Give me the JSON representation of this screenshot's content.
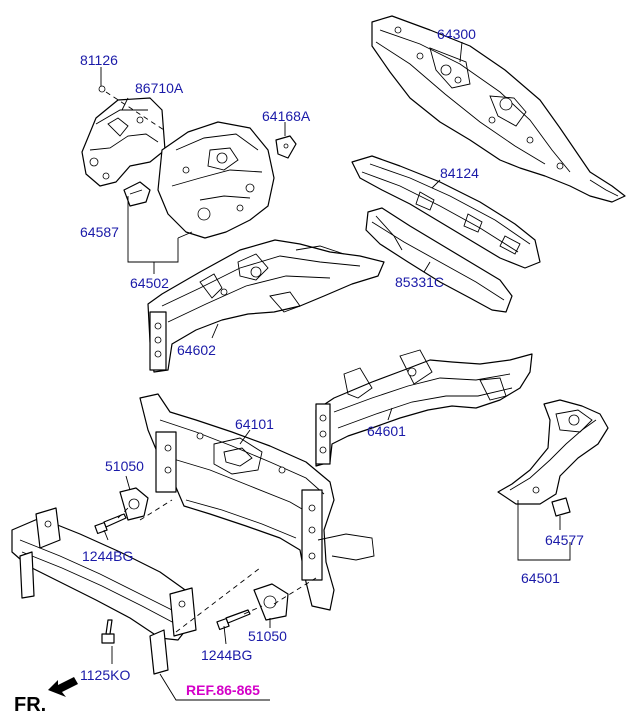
{
  "labels": {
    "p81126": "81126",
    "p86710a": "86710A",
    "p64168a": "64168A",
    "p64300": "64300",
    "p84124": "84124",
    "p64587": "64587",
    "p64502": "64502",
    "p85331c": "85331C",
    "p64602": "64602",
    "p64601": "64601",
    "p64101": "64101",
    "p51050_top": "51050",
    "p1244bg_top": "1244BG",
    "p64577": "64577",
    "p64501": "64501",
    "p51050_bottom": "51050",
    "p1244bg_bottom": "1244BG",
    "p1125ko": "1125KO",
    "ref": "REF.86-865",
    "front": "FR."
  },
  "colors": {
    "part_number": "#1a1aa8",
    "reference": "#d400c8",
    "line": "#000000"
  },
  "icons": {
    "front_arrow": "arrow-left-down-icon"
  }
}
